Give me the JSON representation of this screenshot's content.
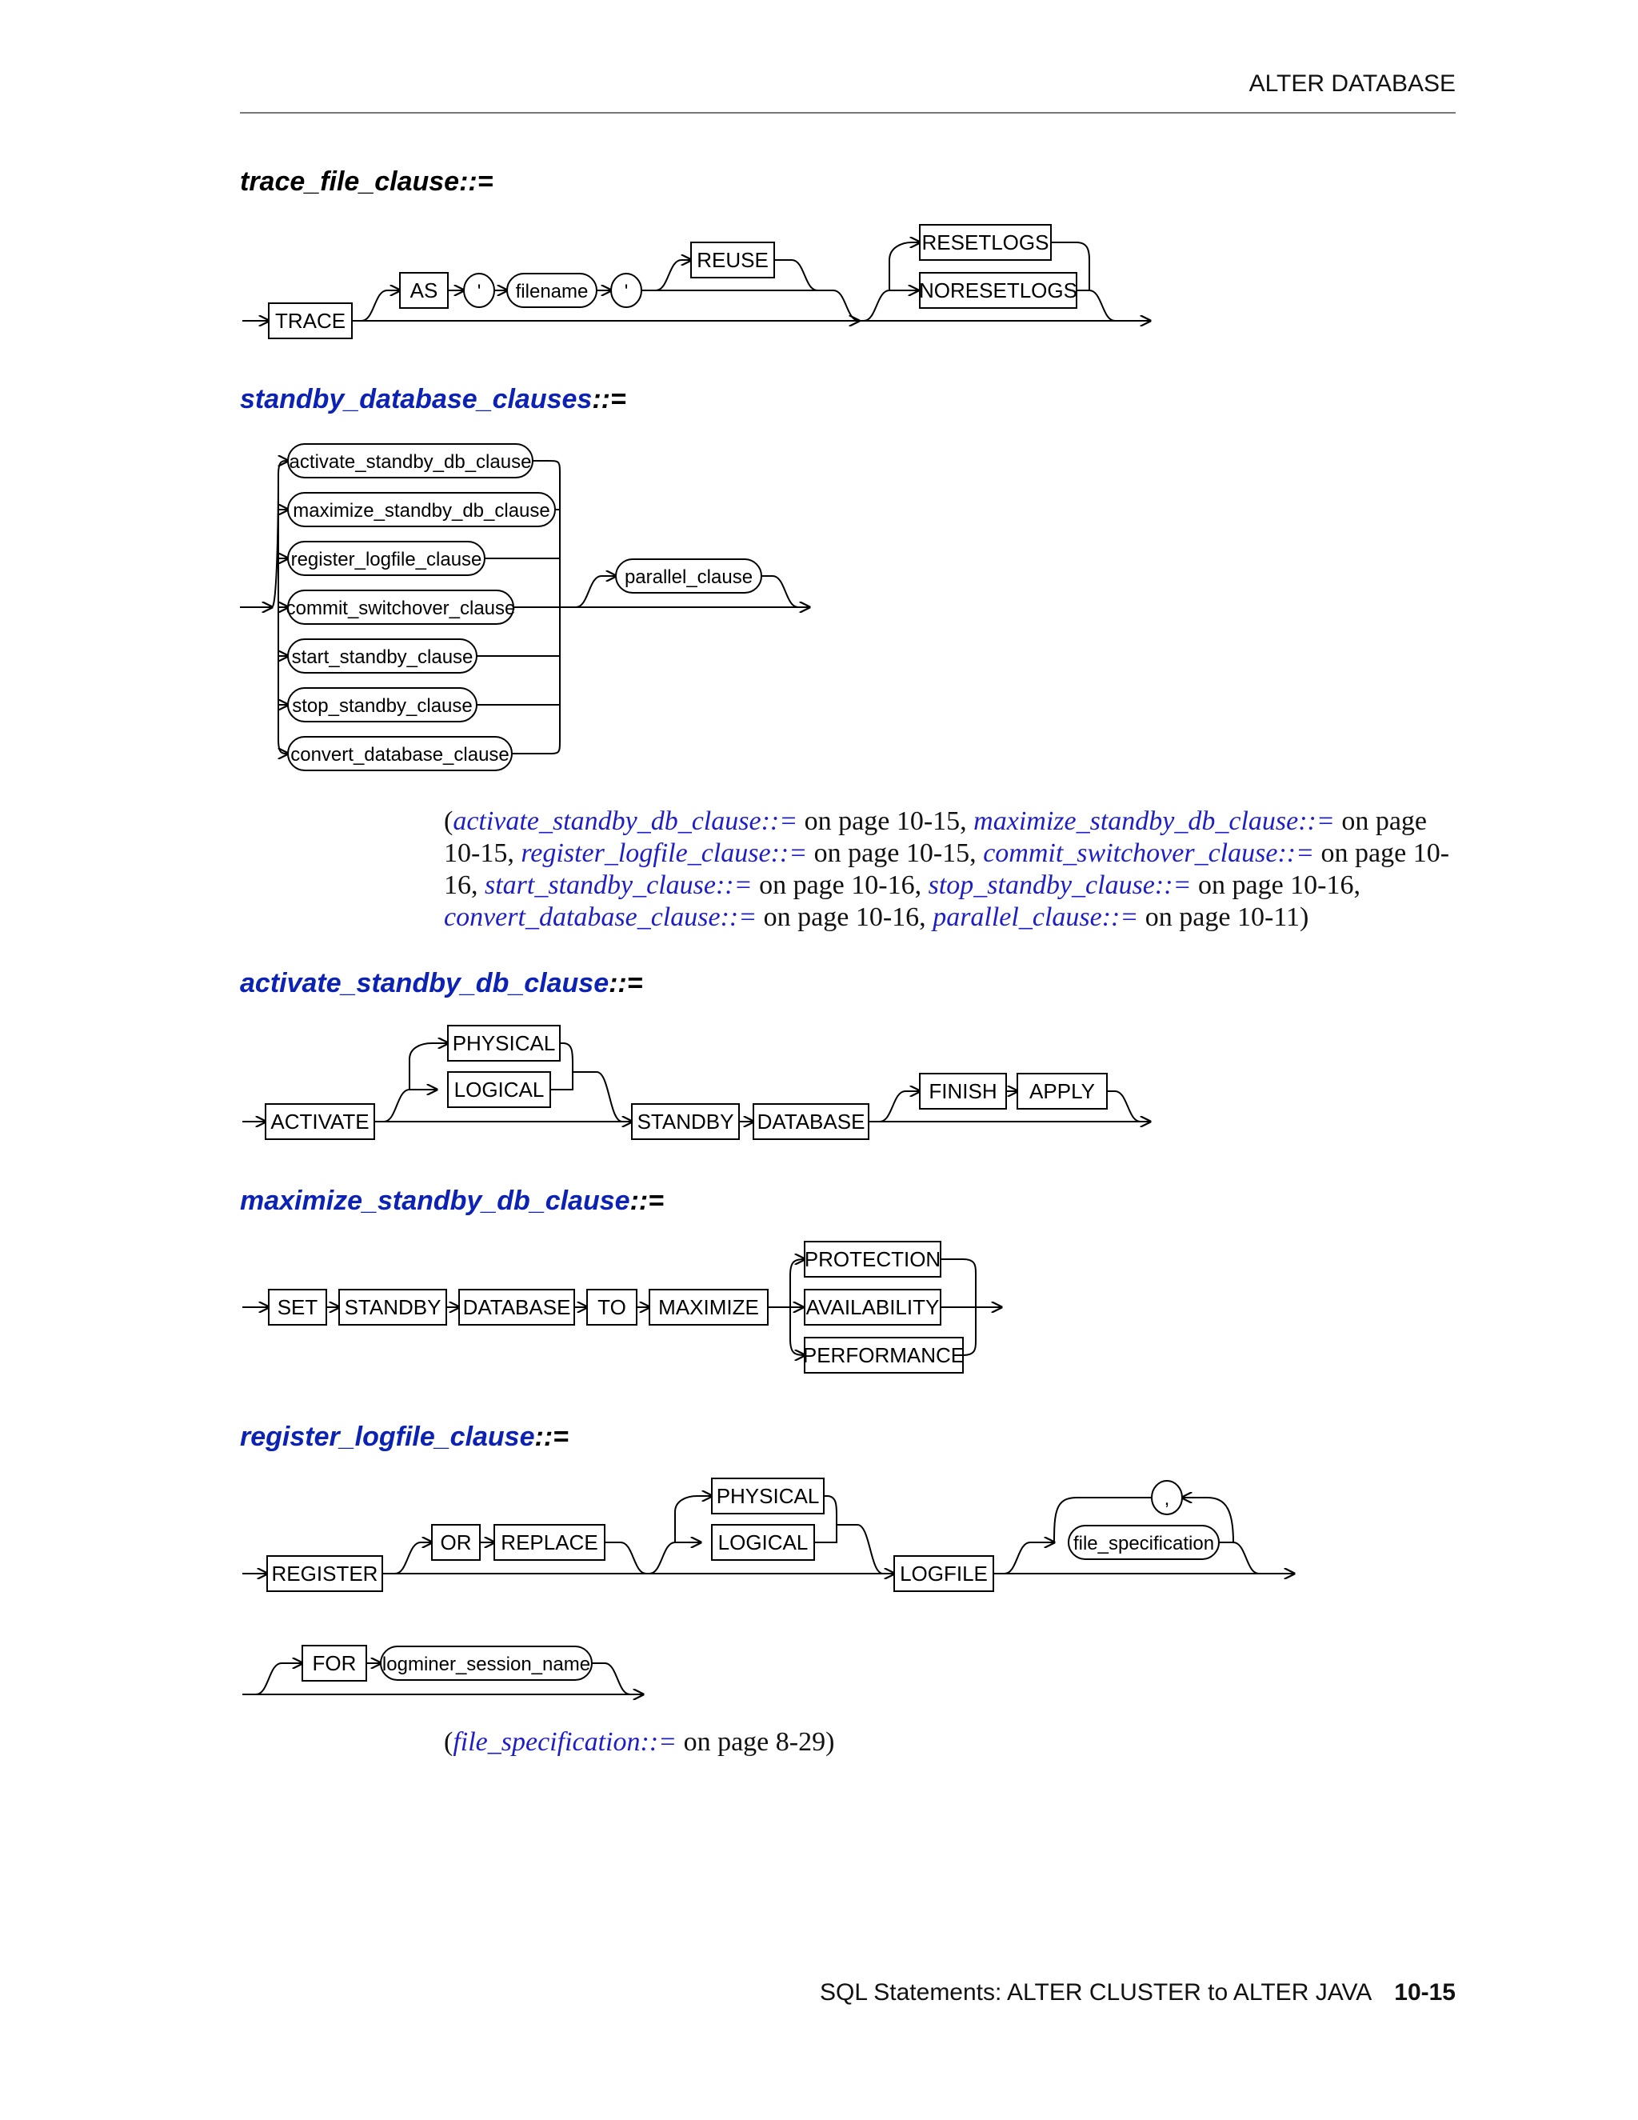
{
  "header": {
    "title": "ALTER DATABASE"
  },
  "sections": {
    "trace": {
      "name": "trace_file_clause",
      "sym": "::=",
      "TRACE": "TRACE",
      "AS": "AS",
      "quote": "'",
      "filename": "filename",
      "REUSE": "REUSE",
      "RESETLOGS": "RESETLOGS",
      "NORESETLOGS": "NORESETLOGS"
    },
    "standby": {
      "name": "standby_database_clauses",
      "sym": "::=",
      "items": [
        "activate_standby_db_clause",
        "maximize_standby_db_clause",
        "register_logfile_clause",
        "commit_switchover_clause",
        "start_standby_clause",
        "stop_standby_clause",
        "convert_database_clause"
      ],
      "parallel": "parallel_clause"
    },
    "activate": {
      "name": "activate_standby_db_clause",
      "sym": "::=",
      "ACTIVATE": "ACTIVATE",
      "PHYSICAL": "PHYSICAL",
      "LOGICAL": "LOGICAL",
      "STANDBY": "STANDBY",
      "DATABASE": "DATABASE",
      "FINISH": "FINISH",
      "APPLY": "APPLY"
    },
    "maximize": {
      "name": "maximize_standby_db_clause",
      "sym": "::=",
      "SET": "SET",
      "STANDBY": "STANDBY",
      "DATABASE": "DATABASE",
      "TO": "TO",
      "MAXIMIZE": "MAXIMIZE",
      "PROTECTION": "PROTECTION",
      "AVAILABILITY": "AVAILABILITY",
      "PERFORMANCE": "PERFORMANCE"
    },
    "register": {
      "name": "register_logfile_clause",
      "sym": "::=",
      "REGISTER": "REGISTER",
      "OR": "OR",
      "REPLACE": "REPLACE",
      "PHYSICAL": "PHYSICAL",
      "LOGICAL": "LOGICAL",
      "LOGFILE": "LOGFILE",
      "comma": ",",
      "file_specification": "file_specification",
      "FOR": "FOR",
      "logminer_session_name": "logminer_session_name"
    }
  },
  "notes": {
    "standby": {
      "open": "(",
      "l1": "activate_standby_db_clause::=",
      "t1": " on page 10-15, ",
      "l2": "maximize_standby_db_clause::=",
      "t2": " on page 10-15, ",
      "l3": "register_logfile_clause::=",
      "t3": " on page 10-15, ",
      "l4": "commit_switchover_clause::=",
      "t4": " on page 10-16, ",
      "l5": "start_standby_clause::=",
      "t5": " on page 10-16, ",
      "l6": "stop_standby_clause::=",
      "t6": " on page 10-16, ",
      "l7": "convert_database_clause::=",
      "t7": " on page 10-16, ",
      "l8": "parallel_clause::=",
      "t8": " on page 10-11)"
    },
    "register": {
      "open": "(",
      "l1": "file_specification::=",
      "t1": " on page 8-29)"
    }
  },
  "footer": {
    "text": "SQL Statements: ALTER CLUSTER to ALTER JAVA",
    "page": "10-15"
  }
}
